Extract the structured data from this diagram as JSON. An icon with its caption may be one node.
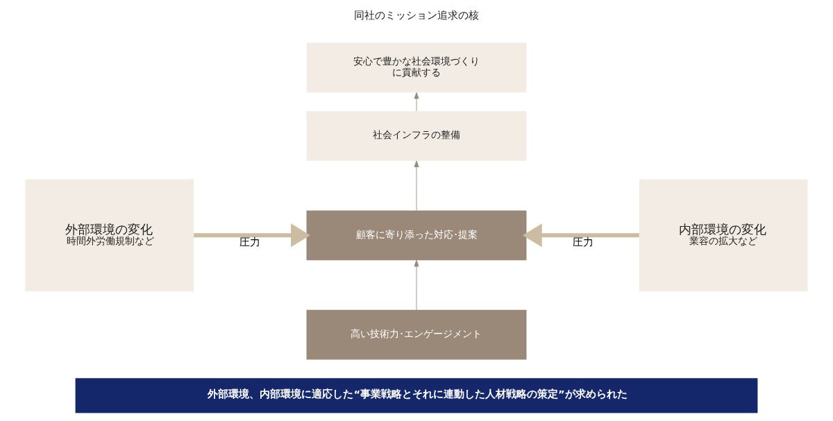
{
  "diagram": {
    "nodes": [
      {
        "text": [
          "安心で豊かな社会環境づくりに貢献する"
        ]
      },
      {
        "text": [
          "社会インフラの整備"
        ]
      },
      {
        "text": [
          "顧客に寄り添った対応･提案"
        ]
      },
      {
        "text": [
          "高い技術力･エンゲージメント"
        ]
      },
      {
        "text": [
          "外部環境の変化",
          "時間外労働規制など"
        ]
      },
      {
        "text": [
          "内部環境の変化",
          "業容の拡大など"
        ]
      },
      {
        "text": [
          "外部環境、内部環境に適応した“事業戦略とそれに連動した人材戦略の策定”が求められた"
        ]
      }
    ],
    "edges": [
      {
        "from": 3,
        "to": 2,
        "arrow": "to"
      },
      {
        "from": 2,
        "to": 1,
        "arrow": "to"
      },
      {
        "from": 1,
        "to": 0,
        "arrow": "to"
      },
      {
        "from": 4,
        "to": 2,
        "arrow": "to",
        "label": "圧力",
        "style": "thick",
        "color": "#cbbca2"
      },
      {
        "from": 5,
        "to": 2,
        "arrow": "to",
        "label": "圧力",
        "style": "thick",
        "color": "#cbbca2"
      }
    ],
    "labels": [
      "同社のミッション追求の核"
    ]
  }
}
